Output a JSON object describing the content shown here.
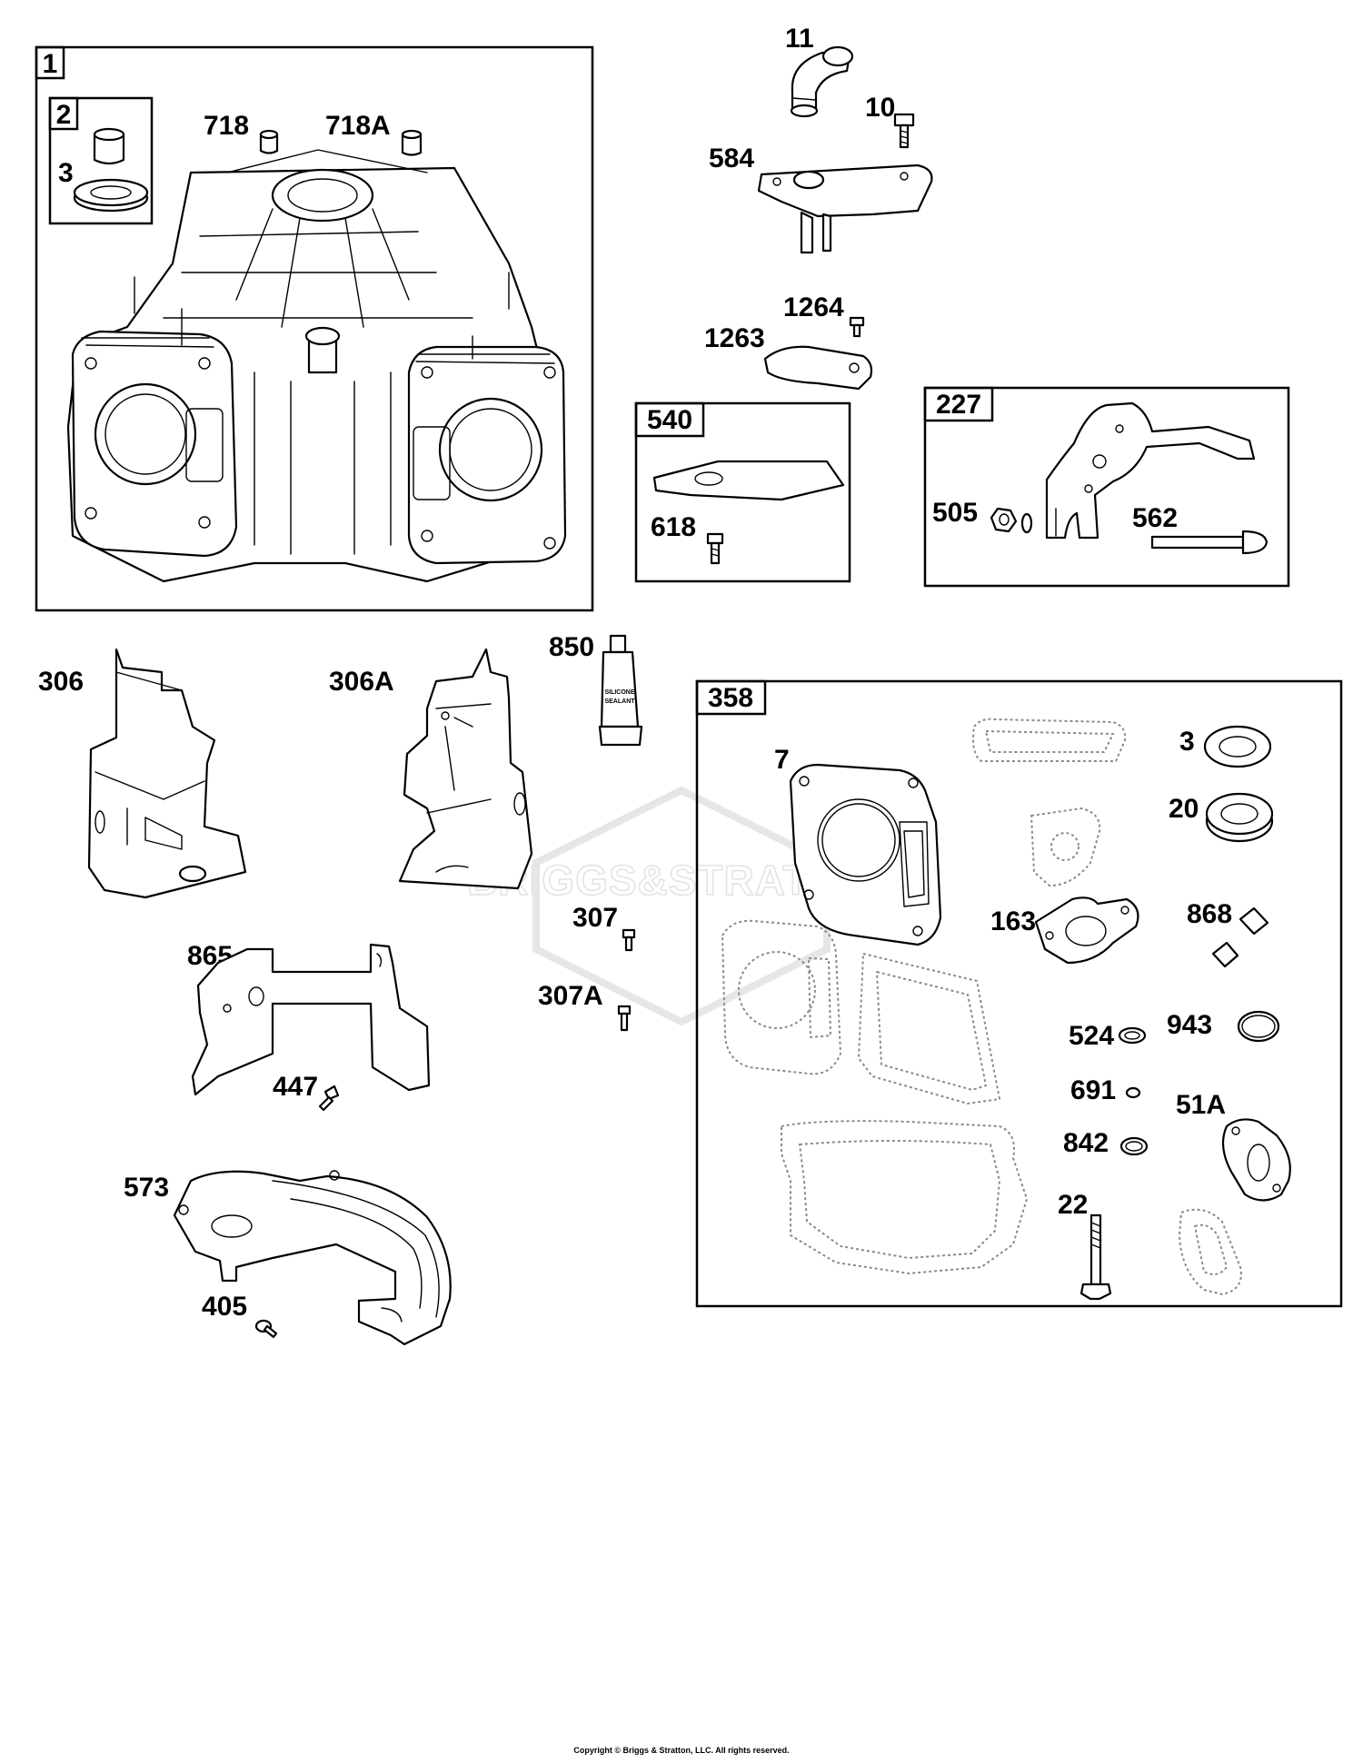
{
  "watermark": {
    "brand": "BRIGGS&STRATTON"
  },
  "copyright": "Copyright © Briggs & Stratton, LLC. All rights reserved.",
  "boxes": {
    "b1": "1",
    "b2": "2",
    "b540": "540",
    "b227": "227",
    "b358": "358"
  },
  "parts": {
    "p3a": "3",
    "p718": "718",
    "p718A": "718A",
    "p11": "11",
    "p10": "10",
    "p584": "584",
    "p1264": "1264",
    "p1263": "1263",
    "p618": "618",
    "p505": "505",
    "p562": "562",
    "p306": "306",
    "p306A": "306A",
    "p850": "850",
    "p7": "7",
    "p3b": "3",
    "p20": "20",
    "p163": "163",
    "p868": "868",
    "p307": "307",
    "p865": "865",
    "p307A": "307A",
    "p524": "524",
    "p943": "943",
    "p691": "691",
    "p51A": "51A",
    "p447": "447",
    "p842": "842",
    "p573": "573",
    "p22": "22",
    "p405": "405"
  },
  "sealant_text": {
    "line1": "SILICONE",
    "line2": "SEALANT"
  }
}
